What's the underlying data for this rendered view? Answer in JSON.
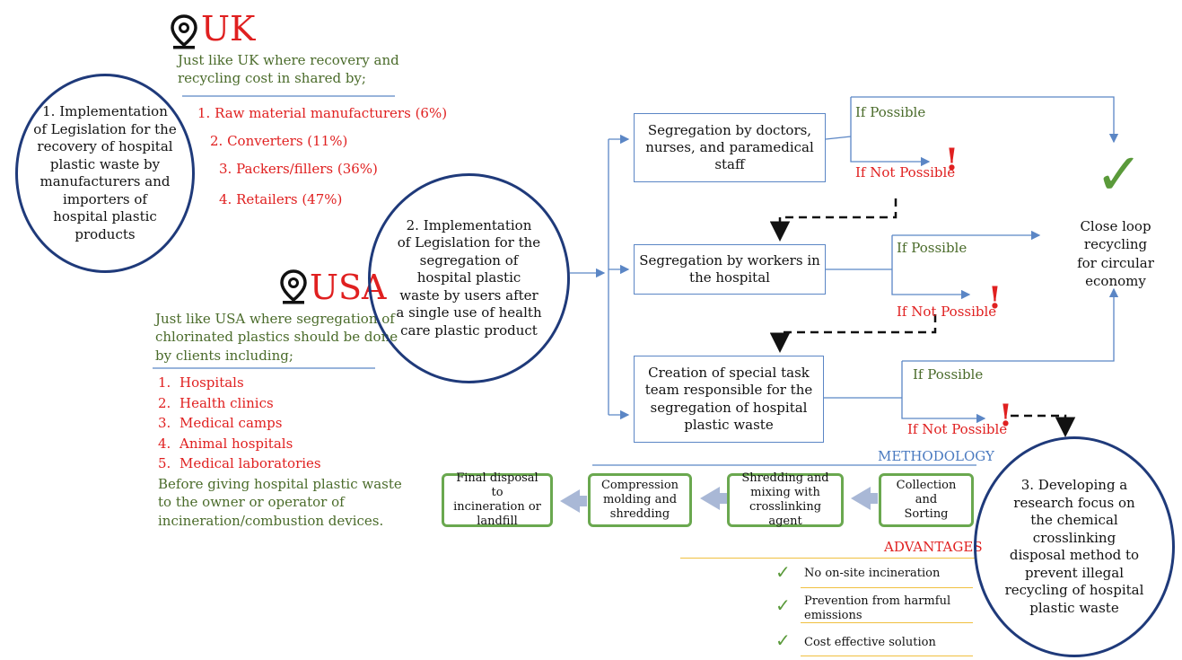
{
  "uk": {
    "title": "UK",
    "intro_line1": "Just like UK where recovery and",
    "intro_line2": "recycling cost in shared by;",
    "items": [
      "1. Raw material manufacturers (6%)",
      "2. Converters (11%)",
      "3. Packers/fillers (36%)",
      "4. Retailers (47%)"
    ]
  },
  "usa": {
    "title": "USA",
    "intro_line1": "Just like USA where segregation of",
    "intro_line2": "chlorinated plastics should be done",
    "intro_line3": "by clients including;",
    "items": [
      {
        "num": "1.",
        "text": "Hospitals"
      },
      {
        "num": "2.",
        "text": "Health clinics"
      },
      {
        "num": "3.",
        "text": "Medical camps"
      },
      {
        "num": "4.",
        "text": "Animal hospitals"
      },
      {
        "num": "5.",
        "text": "Medical laboratories"
      }
    ],
    "footer_line1": "Before giving hospital plastic waste",
    "footer_line2": "to the owner or operator of",
    "footer_line3": "incineration/combustion devices."
  },
  "circle1": [
    "1. Implementation",
    "of Legislation for the",
    "recovery of hospital",
    "plastic waste by",
    "manufacturers and",
    "importers of",
    "hospital plastic",
    "products"
  ],
  "circle2": [
    "2. Implementation",
    "of Legislation for the",
    "segregation of",
    "hospital plastic",
    "waste by users after",
    "a single use of health",
    "care plastic product"
  ],
  "circle3": [
    "3. Developing a",
    "research focus on",
    "the chemical",
    "crosslinking",
    "disposal method to",
    "prevent illegal",
    "recycling of hospital",
    "plastic waste"
  ],
  "boxes": {
    "b1": [
      "Segregation by doctors,",
      "nurses, and paramedical",
      "staff"
    ],
    "b2": [
      "Segregation by workers in",
      "the hospital"
    ],
    "b3": [
      "Creation of special task",
      "team responsible for the",
      "segregation of hospital",
      "plastic waste"
    ]
  },
  "branch": {
    "if_possible": "If Possible",
    "if_not_possible": "If Not Possible",
    "exclaim": "!"
  },
  "outcome": {
    "check": "✓",
    "line1": "Close loop recycling",
    "line2": "for circular economy"
  },
  "methodology": {
    "title": "METHODOLOGY",
    "steps": [
      [
        "Collection and",
        "Sorting"
      ],
      [
        "Shredding and",
        "mixing with",
        "crosslinking agent"
      ],
      [
        "Compression",
        "molding and",
        "shredding"
      ],
      [
        "Final disposal to",
        "incineration or",
        "landfill"
      ]
    ]
  },
  "advantages": {
    "title": "ADVANTAGES",
    "items": [
      [
        "No on-site incineration"
      ],
      [
        "Prevention from harmful",
        "emissions"
      ],
      [
        "Cost effective solution"
      ]
    ],
    "check": "✓"
  },
  "colors": {
    "circle_border": "#1f3a7a",
    "box_border": "#5b86c5",
    "green_box": "#6aa84f",
    "green_text": "#4a6b2a",
    "red_text": "#e02020",
    "arrow_gray": "#a9b8d6"
  }
}
